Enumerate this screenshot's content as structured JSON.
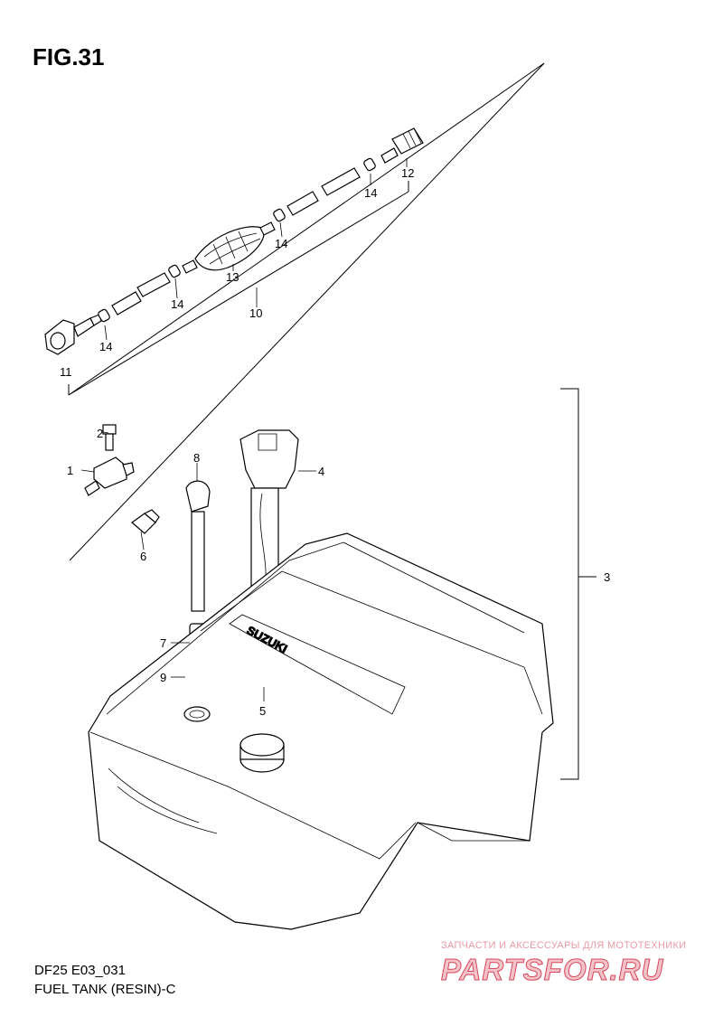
{
  "figure": {
    "title": "FIG.31",
    "code": "DF25 E03_031",
    "name": "FUEL TANK (RESIN)-C"
  },
  "tank_emboss": "SUZUKI",
  "callouts": [
    {
      "num": "1"
    },
    {
      "num": "2"
    },
    {
      "num": "3"
    },
    {
      "num": "4"
    },
    {
      "num": "5"
    },
    {
      "num": "6"
    },
    {
      "num": "7"
    },
    {
      "num": "8"
    },
    {
      "num": "9"
    },
    {
      "num": "10"
    },
    {
      "num": "11"
    },
    {
      "num": "12"
    },
    {
      "num": "13"
    },
    {
      "num": "14"
    },
    {
      "num": "14"
    },
    {
      "num": "14"
    },
    {
      "num": "14"
    }
  ],
  "watermark": {
    "tagline": "ЗАПЧАСТИ И АКСЕССУАРЫ ДЛЯ МОТОТЕХНИКИ",
    "brand": "PARTSFOR.RU"
  },
  "colors": {
    "line": "#000000",
    "background": "#ffffff",
    "watermark": "#d9455a"
  }
}
